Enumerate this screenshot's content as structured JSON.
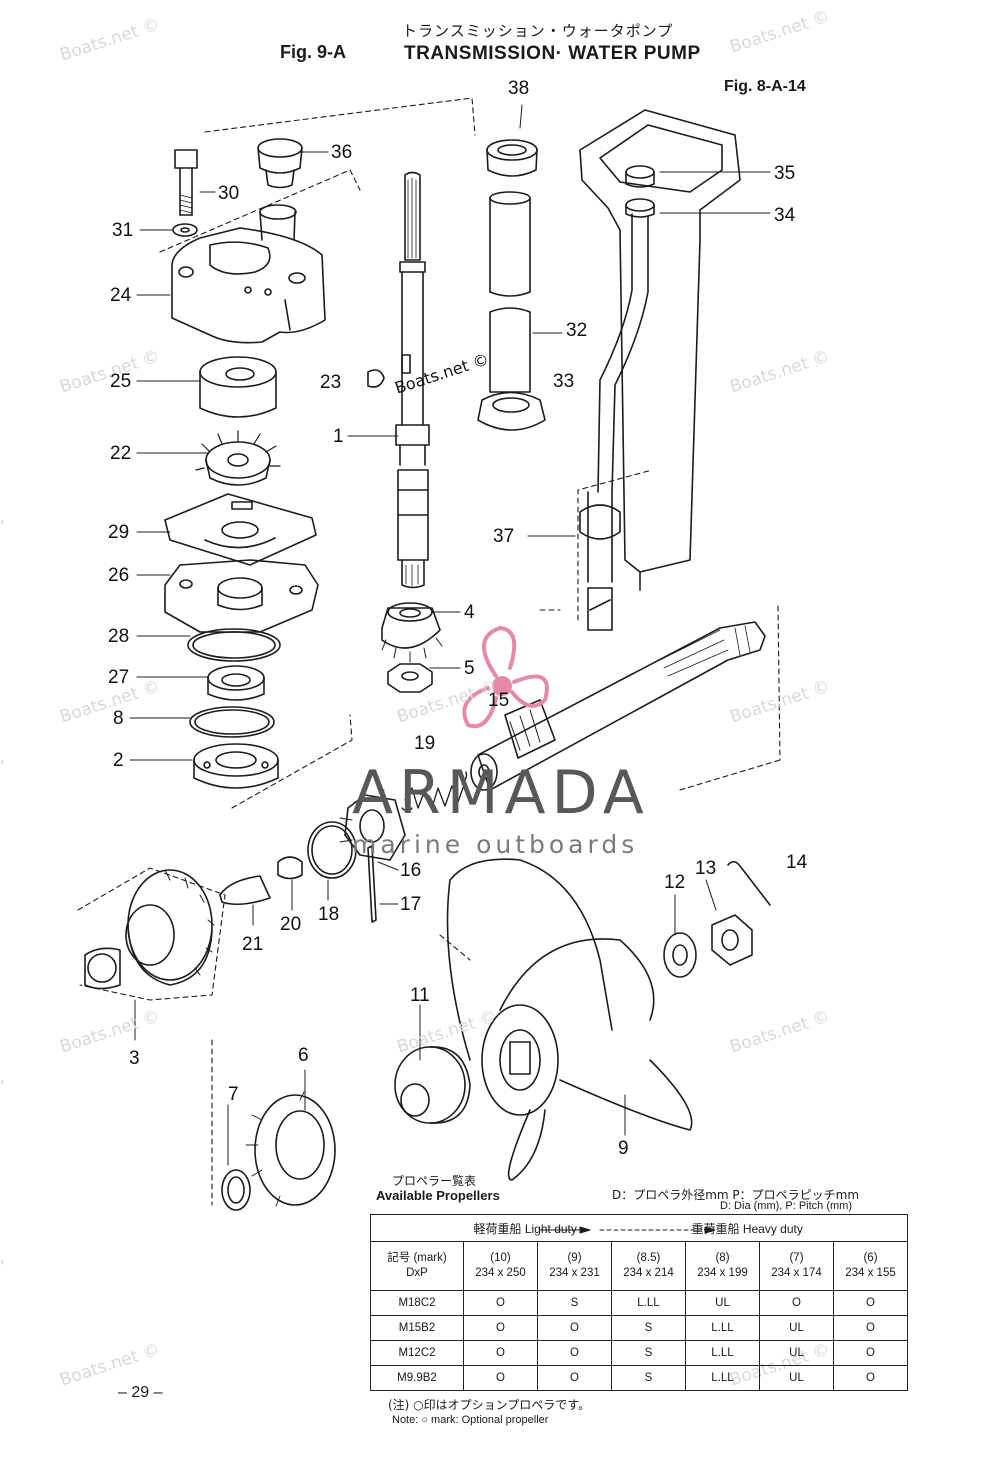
{
  "header": {
    "title_jp": "トランスミッション・ウォータポンプ",
    "fig_label": "Fig. 9-A",
    "title_en": "TRANSMISSION· WATER PUMP",
    "fig_ref": "Fig. 8-A-14"
  },
  "watermark": "Boats.net ©",
  "brand": {
    "name": "ARMADA",
    "tagline": "marine outboards",
    "accent_color": "#e48aa6"
  },
  "part_labels": [
    "38",
    "36",
    "30",
    "31",
    "24",
    "25",
    "22",
    "29",
    "26",
    "28",
    "27",
    "8",
    "2",
    "23",
    "1",
    "4",
    "5",
    "15",
    "19",
    "16",
    "17",
    "18",
    "20",
    "21",
    "3",
    "32",
    "33",
    "37",
    "35",
    "34",
    "14",
    "13",
    "12",
    "11",
    "6",
    "7",
    "9"
  ],
  "propellers": {
    "title_jp": "プロペラー覧表",
    "title_en": "Available Propellers",
    "legend_jp": "D：プロペラ外径mm P：プロペラピッチmm",
    "legend_en": "D: Dia (mm),   P: Pitch (mm)",
    "light_duty": "軽荷重船  Light duty",
    "heavy_duty": "重荷重船  Heavy duty",
    "mark_header_jp": "記号 (mark)",
    "mark_header_en": "DxP",
    "columns": [
      {
        "code": "(10)",
        "size": "234 x 250"
      },
      {
        "code": "(9)",
        "size": "234 x 231"
      },
      {
        "code": "(8.5)",
        "size": "234 x 214"
      },
      {
        "code": "(8)",
        "size": "234 x 199"
      },
      {
        "code": "(7)",
        "size": "234 x 174"
      },
      {
        "code": "(6)",
        "size": "234 x 155"
      }
    ],
    "rows": [
      {
        "mark": "M18C2",
        "cells": [
          "O",
          "S",
          "L.LL",
          "UL",
          "O",
          "O"
        ]
      },
      {
        "mark": "M15B2",
        "cells": [
          "O",
          "O",
          "S",
          "L.LL",
          "UL",
          "O"
        ]
      },
      {
        "mark": "M12C2",
        "cells": [
          "O",
          "O",
          "S",
          "L.LL",
          "UL",
          "O"
        ]
      },
      {
        "mark": "M9.9B2",
        "cells": [
          "O",
          "O",
          "S",
          "L.LL",
          "UL",
          "O"
        ]
      }
    ],
    "note_jp": "(注) ○印はオプションプロペラです。",
    "note_en": "Note: ○ mark: Optional propeller"
  },
  "page_number": "– 29 –"
}
